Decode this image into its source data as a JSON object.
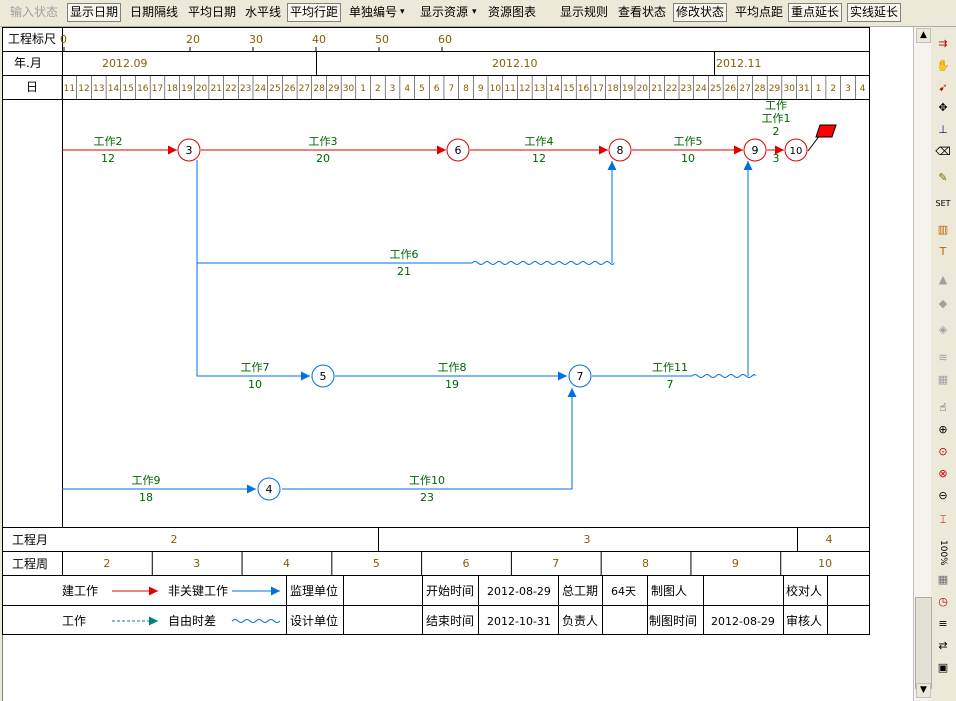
{
  "toolbar": {
    "items": [
      "输入状态",
      "显示日期",
      "日期隔线",
      "平均日期",
      "水平线",
      "平均行距",
      "单独编号",
      "显示资源",
      "资源图表",
      "显示规则",
      "查看状态",
      "修改状态",
      "平均点距",
      "重点延长",
      "实线延长"
    ],
    "dropdown_arrow": "▾"
  },
  "ruler": {
    "label_scale": "工程标尺",
    "label_month": "年.月",
    "label_day": "日",
    "scale_ticks": [
      "0",
      "20",
      "30",
      "40",
      "50",
      "60"
    ],
    "months": [
      "2012.09",
      "2012.10",
      "2012.11"
    ],
    "days": [
      "11",
      "12",
      "13",
      "14",
      "15",
      "16",
      "17",
      "18",
      "19",
      "20",
      "21",
      "22",
      "23",
      "24",
      "25",
      "26",
      "27",
      "28",
      "29",
      "30",
      "1",
      "2",
      "3",
      "4",
      "5",
      "6",
      "7",
      "8",
      "9",
      "10",
      "11",
      "12",
      "13",
      "14",
      "15",
      "16",
      "17",
      "18",
      "19",
      "20",
      "21",
      "22",
      "23",
      "24",
      "25",
      "26",
      "27",
      "28",
      "29",
      "30",
      "31",
      "1",
      "2",
      "3",
      "4"
    ]
  },
  "network": {
    "nodes": [
      "3",
      "6",
      "8",
      "9",
      "10",
      "5",
      "7",
      "4"
    ],
    "activities": [
      {
        "name": "工作2",
        "duration": "12"
      },
      {
        "name": "工作3",
        "duration": "20"
      },
      {
        "name": "工作4",
        "duration": "12"
      },
      {
        "name": "工作5",
        "duration": "10"
      },
      {
        "name": "工作1",
        "duration": "2"
      },
      {
        "name": "工作",
        "duration": "3"
      },
      {
        "name": "工作6",
        "duration": "21"
      },
      {
        "name": "工作7",
        "duration": "10"
      },
      {
        "name": "工作8",
        "duration": "19"
      },
      {
        "name": "工作11",
        "duration": "7"
      },
      {
        "name": "工作9",
        "duration": "18"
      },
      {
        "name": "工作10",
        "duration": "23"
      }
    ]
  },
  "footer": {
    "label_month": "工程月",
    "months": [
      "2",
      "3",
      "4"
    ],
    "label_week": "工程周",
    "weeks": [
      "2",
      "3",
      "4",
      "5",
      "6",
      "7",
      "8",
      "9",
      "10"
    ]
  },
  "legend": {
    "critical": "建工作",
    "noncritical": "非关键工作",
    "virtual": "工作",
    "free_float": "自由时差",
    "supervisor_label": "监理单位",
    "design_label": "设计单位",
    "start_label": "开始时间",
    "start_value": "2012-08-29",
    "end_label": "结束时间",
    "end_value": "2012-10-31",
    "total_label": "总工期",
    "total_value": "64天",
    "responsible_label": "负责人",
    "drawer_label": "制图人",
    "draw_time_label": "制图时间",
    "draw_time_value": "2012-08-29",
    "checker_label": "校对人",
    "reviewer_label": "审核人"
  },
  "zoom": "100%",
  "colors": {
    "critical": "#e00000",
    "noncritical": "#0070e0",
    "text": "#006600",
    "ruler_text": "#806000",
    "free_float": "#008080"
  }
}
